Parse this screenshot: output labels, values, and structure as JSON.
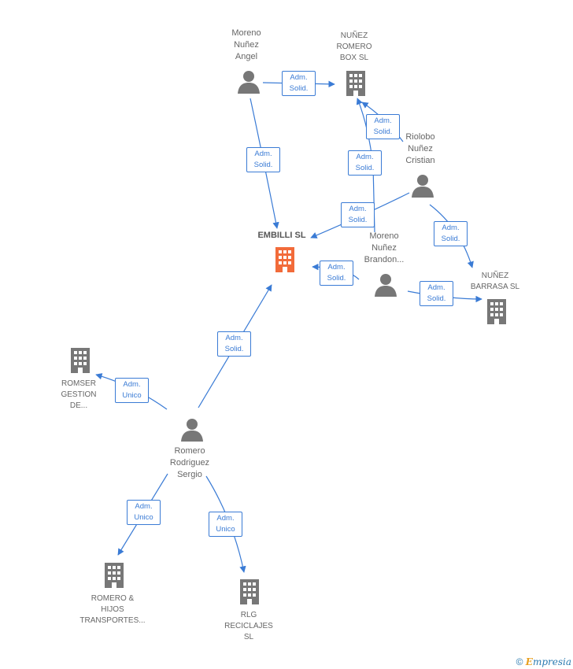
{
  "nodes": {
    "moreno_angel": {
      "label": "Moreno\nNuñez\nAngel",
      "type": "person"
    },
    "nunez_romero_box": {
      "label": "NUÑEZ\nROMERO\nBOX  SL",
      "type": "company"
    },
    "riolobo": {
      "label": "Riolobo\nNuñez\nCristian",
      "type": "person"
    },
    "embilli": {
      "label": "EMBILLI  SL",
      "type": "company",
      "focus": true
    },
    "moreno_brandon": {
      "label": "Moreno\nNuñez\nBrandon...",
      "type": "person"
    },
    "nunez_barrasa": {
      "label": "NUÑEZ\nBARRASA  SL",
      "type": "company"
    },
    "romser": {
      "label": "ROMSER\nGESTION\nDE...",
      "type": "company"
    },
    "romero_sergio": {
      "label": "Romero\nRodriguez\nSergio",
      "type": "person"
    },
    "romero_hijos": {
      "label": "ROMERO &\nHIJOS\nTRANSPORTES...",
      "type": "company"
    },
    "rlg": {
      "label": "RLG\nRECICLAJES\nSL",
      "type": "company"
    }
  },
  "edges": [
    {
      "id": "e1",
      "from": "moreno_angel",
      "to": "nunez_romero_box",
      "label": "Adm.\nSolid."
    },
    {
      "id": "e2",
      "from": "moreno_angel",
      "to": "embilli",
      "label": "Adm.\nSolid."
    },
    {
      "id": "e3",
      "from": "riolobo",
      "to": "nunez_romero_box",
      "label": "Adm.\nSolid."
    },
    {
      "id": "e4",
      "from": "moreno_brandon",
      "to": "nunez_romero_box",
      "label": "Adm.\nSolid."
    },
    {
      "id": "e5",
      "from": "riolobo",
      "to": "embilli",
      "label": "Adm.\nSolid."
    },
    {
      "id": "e6",
      "from": "riolobo",
      "to": "nunez_barrasa",
      "label": "Adm.\nSolid."
    },
    {
      "id": "e7",
      "from": "moreno_brandon",
      "to": "embilli",
      "label": "Adm.\nSolid."
    },
    {
      "id": "e8",
      "from": "moreno_brandon",
      "to": "nunez_barrasa",
      "label": "Adm.\nSolid."
    },
    {
      "id": "e9",
      "from": "romero_sergio",
      "to": "embilli",
      "label": "Adm.\nSolid."
    },
    {
      "id": "e10",
      "from": "romero_sergio",
      "to": "romser",
      "label": "Adm.\nUnico"
    },
    {
      "id": "e11",
      "from": "romero_sergio",
      "to": "romero_hijos",
      "label": "Adm.\nUnico"
    },
    {
      "id": "e12",
      "from": "romero_sergio",
      "to": "rlg",
      "label": "Adm.\nUnico"
    }
  ],
  "colors": {
    "edge": "#3a7bd5",
    "node_icon": "#777777",
    "focus_icon": "#f26b3a"
  },
  "footer": {
    "copyright": "©",
    "brand_initial": "E",
    "brand_rest": "mpresia"
  }
}
